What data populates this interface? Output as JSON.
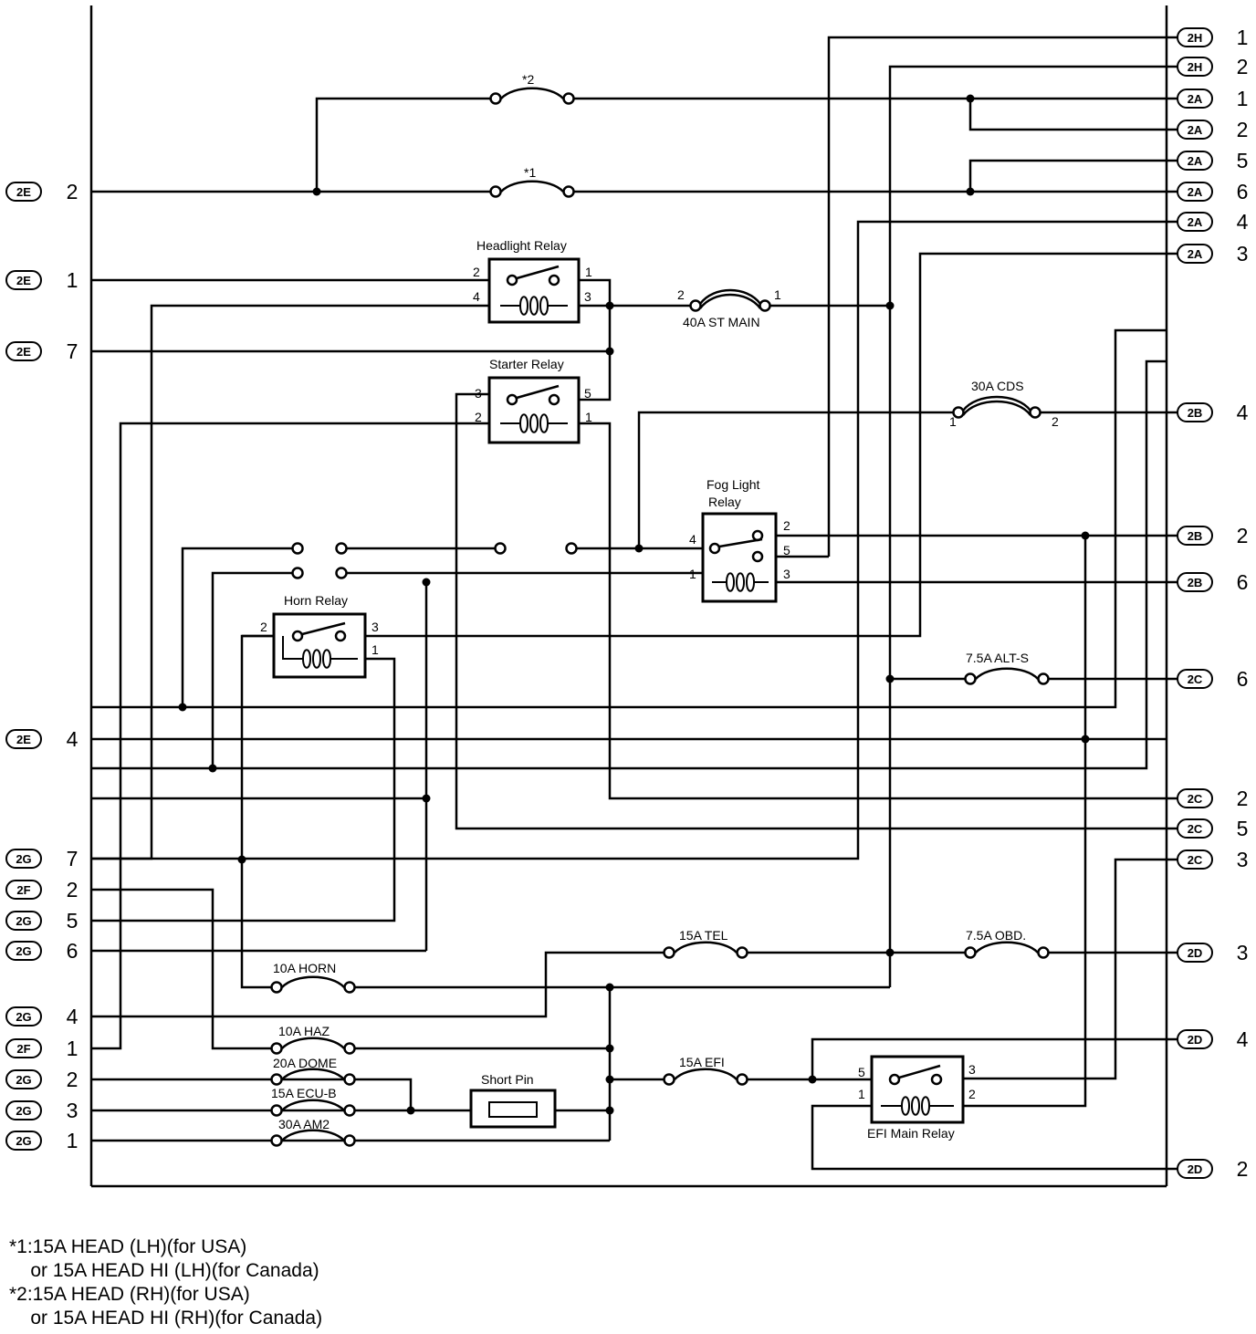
{
  "fuses": {
    "star2": "*2",
    "star1": "*1",
    "st_main": "40A ST MAIN",
    "cds": "30A CDS",
    "alt_s": "7.5A ALT-S",
    "tel": "15A TEL",
    "obd": "7.5A OBD.",
    "horn": "10A HORN",
    "haz": "10A HAZ",
    "dome": "20A DOME",
    "ecu_b": "15A ECU-B",
    "am2": "30A AM2",
    "efi": "15A EFI"
  },
  "relays": {
    "headlight": "Headlight  Relay",
    "starter": "Starter Relay",
    "fog_line1": "Fog Light",
    "fog_line2": "Relay",
    "horn": "Horn Relay",
    "efi_main": "EFI Main Relay",
    "short_pin": "Short Pin"
  },
  "left_connectors": [
    {
      "code": "2E",
      "pin": "2"
    },
    {
      "code": "2E",
      "pin": "1"
    },
    {
      "code": "2E",
      "pin": "7"
    },
    {
      "code": "2E",
      "pin": "4"
    },
    {
      "code": "2G",
      "pin": "7"
    },
    {
      "code": "2F",
      "pin": "2"
    },
    {
      "code": "2G",
      "pin": "5"
    },
    {
      "code": "2G",
      "pin": "6"
    },
    {
      "code": "2G",
      "pin": "4"
    },
    {
      "code": "2F",
      "pin": "1"
    },
    {
      "code": "2G",
      "pin": "2"
    },
    {
      "code": "2G",
      "pin": "3"
    },
    {
      "code": "2G",
      "pin": "1"
    }
  ],
  "right_connectors": [
    {
      "code": "2H",
      "pin": "1"
    },
    {
      "code": "2H",
      "pin": "2"
    },
    {
      "code": "2A",
      "pin": "1"
    },
    {
      "code": "2A",
      "pin": "2"
    },
    {
      "code": "2A",
      "pin": "5"
    },
    {
      "code": "2A",
      "pin": "6"
    },
    {
      "code": "2A",
      "pin": "4"
    },
    {
      "code": "2A",
      "pin": "3"
    },
    {
      "code": "2B",
      "pin": "4"
    },
    {
      "code": "2B",
      "pin": "2"
    },
    {
      "code": "2B",
      "pin": "6"
    },
    {
      "code": "2C",
      "pin": "6"
    },
    {
      "code": "2C",
      "pin": "2"
    },
    {
      "code": "2C",
      "pin": "5"
    },
    {
      "code": "2C",
      "pin": "3"
    },
    {
      "code": "2D",
      "pin": "3"
    },
    {
      "code": "2D",
      "pin": "4"
    },
    {
      "code": "2D",
      "pin": "2"
    }
  ],
  "footnotes": {
    "n1_line1": "*1:15A HEAD (LH)(for USA)",
    "n1_line2": "    or 15A HEAD HI (LH)(for Canada)",
    "n2_line1": "*2:15A HEAD (RH)(for USA)",
    "n2_line2": "    or 15A HEAD HI (RH)(for Canada)"
  },
  "colors": {
    "ink": "#000000",
    "paper": "#ffffff"
  }
}
